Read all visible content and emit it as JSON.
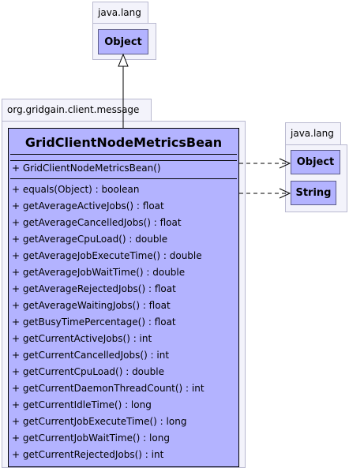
{
  "top_package": {
    "name": "java.lang",
    "class_name": "Object"
  },
  "main_package": {
    "name": "org.gridgain.client.message",
    "class_name": "GridClientNodeMetricsBean",
    "constructor": "+ GridClientNodeMetricsBean()",
    "methods": [
      "+ equals(Object) : boolean",
      "+ getAverageActiveJobs() : float",
      "+ getAverageCancelledJobs() : float",
      "+ getAverageCpuLoad() : double",
      "+ getAverageJobExecuteTime() : double",
      "+ getAverageJobWaitTime() : double",
      "+ getAverageRejectedJobs() : float",
      "+ getAverageWaitingJobs() : float",
      "+ getBusyTimePercentage() : float",
      "+ getCurrentActiveJobs() : int",
      "+ getCurrentCancelledJobs() : int",
      "+ getCurrentCpuLoad() : double",
      "+ getCurrentDaemonThreadCount() : int",
      "+ getCurrentIdleTime() : long",
      "+ getCurrentJobExecuteTime() : long",
      "+ getCurrentJobWaitTime() : long",
      "+ getCurrentRejectedJobs() : int"
    ]
  },
  "right_package": {
    "name": "java.lang",
    "classes": [
      "Object",
      "String"
    ]
  }
}
